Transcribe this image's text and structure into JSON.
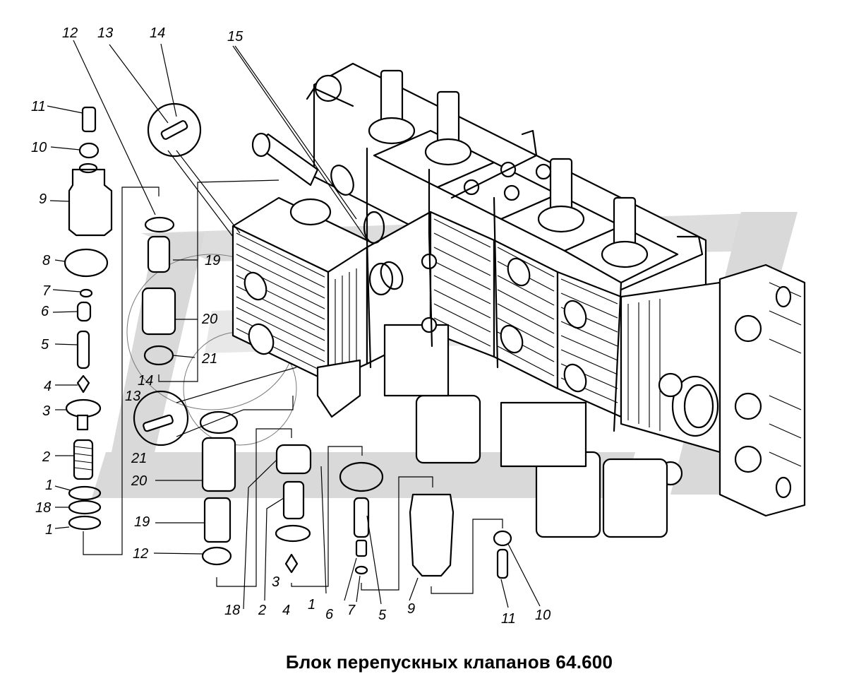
{
  "caption": "Блок перепускных клапанов 64.600",
  "colors": {
    "ink": "#000000",
    "watermark": "#d9d9d9",
    "background": "#ffffff"
  },
  "callouts": {
    "top": [
      {
        "id": "12",
        "text": "12"
      },
      {
        "id": "13",
        "text": "13"
      },
      {
        "id": "14",
        "text": "14"
      },
      {
        "id": "15",
        "text": "15"
      }
    ],
    "left_column": [
      {
        "id": "11",
        "text": "11",
        "part": "bolt"
      },
      {
        "id": "10",
        "text": "10",
        "part": "nut"
      },
      {
        "id": "9",
        "text": "9",
        "part": "plug-body"
      },
      {
        "id": "8",
        "text": "8",
        "part": "o-ring"
      },
      {
        "id": "7",
        "text": "7",
        "part": "small-ring"
      },
      {
        "id": "6",
        "text": "6",
        "part": "cap"
      },
      {
        "id": "5",
        "text": "5",
        "part": "spring-guide"
      },
      {
        "id": "4",
        "text": "4",
        "part": "cone-valve"
      },
      {
        "id": "3",
        "text": "3",
        "part": "seat-disc"
      },
      {
        "id": "2",
        "text": "2",
        "part": "spring"
      },
      {
        "id": "1a",
        "text": "1",
        "part": "ring"
      },
      {
        "id": "18",
        "text": "18",
        "part": "ring"
      },
      {
        "id": "1b",
        "text": "1",
        "part": "ring"
      }
    ],
    "middle_upper": [
      {
        "id": "19",
        "text": "19"
      },
      {
        "id": "20",
        "text": "20"
      },
      {
        "id": "21",
        "text": "21"
      },
      {
        "id": "14",
        "text": "14"
      }
    ],
    "middle_lower": [
      {
        "id": "13",
        "text": "13"
      },
      {
        "id": "21",
        "text": "21"
      },
      {
        "id": "20",
        "text": "20"
      },
      {
        "id": "19",
        "text": "19"
      },
      {
        "id": "12",
        "text": "12"
      }
    ],
    "bottom_row": [
      {
        "id": "18",
        "text": "18"
      },
      {
        "id": "2",
        "text": "2"
      },
      {
        "id": "3",
        "text": "3"
      },
      {
        "id": "4",
        "text": "4"
      },
      {
        "id": "1",
        "text": "1"
      },
      {
        "id": "6",
        "text": "6"
      },
      {
        "id": "7",
        "text": "7"
      },
      {
        "id": "5",
        "text": "5"
      },
      {
        "id": "9",
        "text": "9"
      },
      {
        "id": "11",
        "text": "11"
      },
      {
        "id": "10",
        "text": "10"
      }
    ]
  }
}
